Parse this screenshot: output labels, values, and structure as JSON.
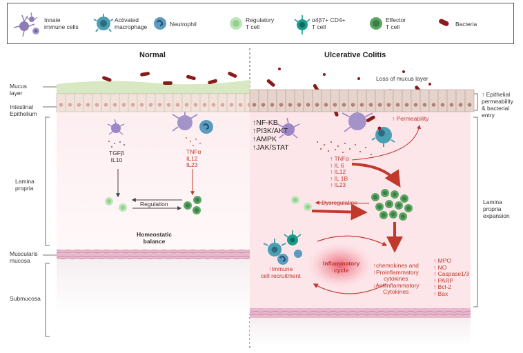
{
  "legend": {
    "innate": "Innate\nimmune cells",
    "macrophage": "Activated\nmacrophage",
    "neutrophil": "Neutrophil",
    "treg": "Regulatory\nT cell",
    "a4b7": "α4β7+ CD4+\nT cell",
    "effector": "Effector\nT cell",
    "bacteria": "Bacteria"
  },
  "headers": {
    "normal": "Normal",
    "uc": "Ulcerative Colitis"
  },
  "left_labels": {
    "mucus": "Mucus\nlayer",
    "epithelium": "Intestinal\nEpithelium",
    "lamina": "Lamina\npropria",
    "muscularis": "Muscularis\nmucosa",
    "submucosa": "Submucosa"
  },
  "right_labels": {
    "permeability": "↑ Epithelial\npermeability\n& bacterial\nentry",
    "expansion": "Lamina\npropria\nexpansion"
  },
  "normal": {
    "tgfb": "TGFβ\nIL10",
    "tnf": "TNFα\nIL12\nIL23",
    "regulation": "Regulation",
    "homeostatic": "Homeostatic\nbalance"
  },
  "uc": {
    "loss_mucus": "Loss of mucus layer",
    "pathways": "↑NF-KB\n↑PI3K/AKT\n↑AMPK\n↑JAK/STAT",
    "permeability": "↑ Permeability",
    "cytokines": "↑ TNFα\n↑ IL 6\n↑ IL12\n↑ IL 1B\n↑ IL23",
    "dysregulation": "Dysregulation",
    "immune_recruit": "↑Immune\ncell recruitment",
    "cycle": "Inflammatory\ncycle",
    "chemokines": "↑chemokines and\n↑Proinflammatory\ncytokines\n↓Antiinflammatory\nCytokines",
    "markers": "↑ MPO\n↑ NO\n↑ Caspase1/3\n↑ PARP\n↑ Bcl-2\n↑ Bax"
  }
}
